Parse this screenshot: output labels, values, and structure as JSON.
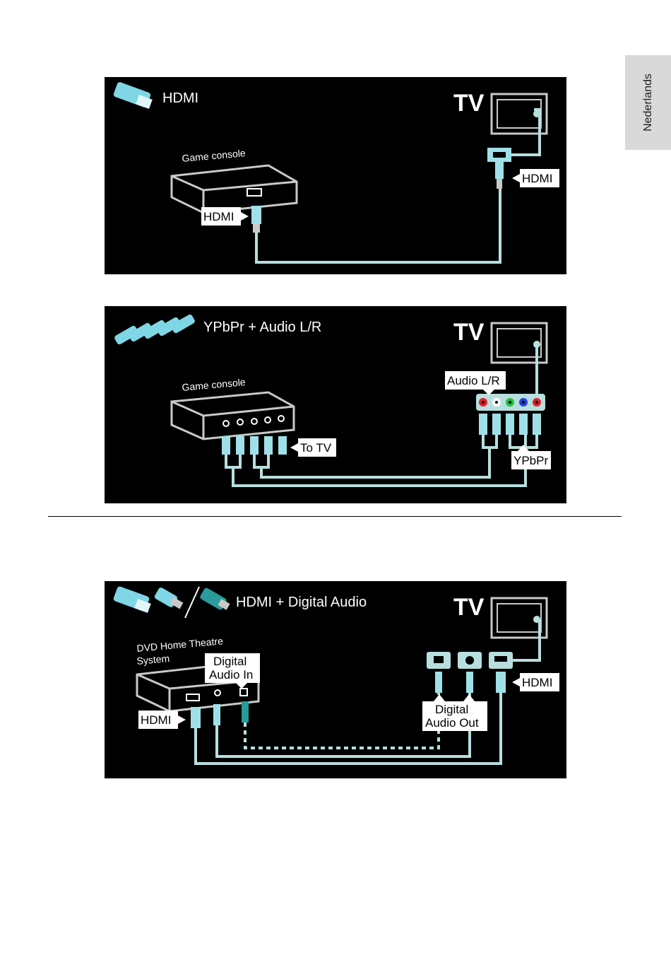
{
  "side_tab": {
    "language": "Nederlands"
  },
  "panel1": {
    "title": "HDMI",
    "tv": "TV",
    "device": "Game console",
    "labels": {
      "device_port": "HDMI",
      "tv_port": "HDMI"
    }
  },
  "panel2": {
    "title": "YPbPr + Audio L/R",
    "tv": "TV",
    "device": "Game console",
    "labels": {
      "to_tv": "To TV",
      "audio": "Audio L/R",
      "ypbpr": "YPbPr"
    }
  },
  "panel3": {
    "title": "HDMI + Digital Audio",
    "tv": "TV",
    "device_line1": "DVD Home Theatre",
    "device_line2": "System",
    "labels": {
      "device_hdmi": "HDMI",
      "tv_hdmi": "HDMI",
      "digital_in_line1": "Digital",
      "digital_in_line2": "Audio In",
      "digital_out_line1": "Digital",
      "digital_out_line2": "Audio Out"
    }
  },
  "colors": {
    "cable": "#b8dede",
    "panel_bg": "#000000",
    "connector": "#9fe0e8",
    "rca_red": "#e0202a",
    "rca_green": "#22c040",
    "rca_blue": "#2040e0",
    "rca_white": "#ffffff"
  }
}
